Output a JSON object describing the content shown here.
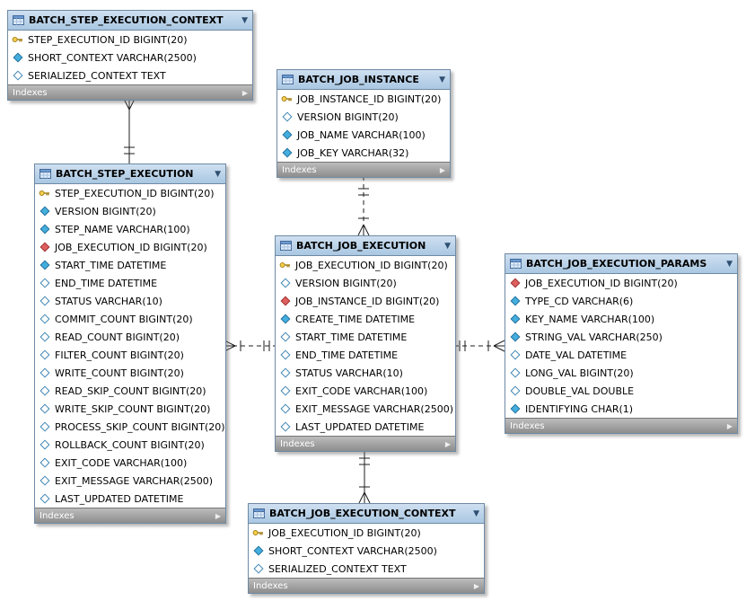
{
  "diagram": {
    "colors": {
      "header_blue": "#a9c7e2",
      "footer_gray": "#8d8d8d",
      "primary_key_yellow": "#f6cf4a",
      "required_blue": "#44aede",
      "foreign_key_red": "#df5f5f",
      "line_black": "#1c1c1c",
      "background": "#ffffff"
    },
    "footer_label": "Indexes",
    "tables": [
      {
        "id": "batch_step_execution_context",
        "title": "BATCH_STEP_EXECUTION_CONTEXT",
        "footer": "Indexes",
        "columns": [
          {
            "icon": "primary-key",
            "text": "STEP_EXECUTION_ID BIGINT(20)"
          },
          {
            "icon": "required",
            "text": "SHORT_CONTEXT VARCHAR(2500)"
          },
          {
            "icon": "nullable",
            "text": "SERIALIZED_CONTEXT TEXT"
          }
        ]
      },
      {
        "id": "batch_job_instance",
        "title": "BATCH_JOB_INSTANCE",
        "footer": "Indexes",
        "columns": [
          {
            "icon": "primary-key",
            "text": "JOB_INSTANCE_ID BIGINT(20)"
          },
          {
            "icon": "nullable",
            "text": "VERSION BIGINT(20)"
          },
          {
            "icon": "required",
            "text": "JOB_NAME VARCHAR(100)"
          },
          {
            "icon": "required",
            "text": "JOB_KEY VARCHAR(32)"
          }
        ]
      },
      {
        "id": "batch_step_execution",
        "title": "BATCH_STEP_EXECUTION",
        "footer": "Indexes",
        "columns": [
          {
            "icon": "primary-key",
            "text": "STEP_EXECUTION_ID BIGINT(20)"
          },
          {
            "icon": "required",
            "text": "VERSION BIGINT(20)"
          },
          {
            "icon": "required",
            "text": "STEP_NAME VARCHAR(100)"
          },
          {
            "icon": "foreign-key",
            "text": "JOB_EXECUTION_ID BIGINT(20)"
          },
          {
            "icon": "required",
            "text": "START_TIME DATETIME"
          },
          {
            "icon": "nullable",
            "text": "END_TIME DATETIME"
          },
          {
            "icon": "nullable",
            "text": "STATUS VARCHAR(10)"
          },
          {
            "icon": "nullable",
            "text": "COMMIT_COUNT BIGINT(20)"
          },
          {
            "icon": "nullable",
            "text": "READ_COUNT BIGINT(20)"
          },
          {
            "icon": "nullable",
            "text": "FILTER_COUNT BIGINT(20)"
          },
          {
            "icon": "nullable",
            "text": "WRITE_COUNT BIGINT(20)"
          },
          {
            "icon": "nullable",
            "text": "READ_SKIP_COUNT BIGINT(20)"
          },
          {
            "icon": "nullable",
            "text": "WRITE_SKIP_COUNT BIGINT(20)"
          },
          {
            "icon": "nullable",
            "text": "PROCESS_SKIP_COUNT BIGINT(20)"
          },
          {
            "icon": "nullable",
            "text": "ROLLBACK_COUNT BIGINT(20)"
          },
          {
            "icon": "nullable",
            "text": "EXIT_CODE VARCHAR(100)"
          },
          {
            "icon": "nullable",
            "text": "EXIT_MESSAGE VARCHAR(2500)"
          },
          {
            "icon": "nullable",
            "text": "LAST_UPDATED DATETIME"
          }
        ]
      },
      {
        "id": "batch_job_execution",
        "title": "BATCH_JOB_EXECUTION",
        "footer": "Indexes",
        "columns": [
          {
            "icon": "primary-key",
            "text": "JOB_EXECUTION_ID BIGINT(20)"
          },
          {
            "icon": "nullable",
            "text": "VERSION BIGINT(20)"
          },
          {
            "icon": "foreign-key",
            "text": "JOB_INSTANCE_ID BIGINT(20)"
          },
          {
            "icon": "required",
            "text": "CREATE_TIME DATETIME"
          },
          {
            "icon": "nullable",
            "text": "START_TIME DATETIME"
          },
          {
            "icon": "nullable",
            "text": "END_TIME DATETIME"
          },
          {
            "icon": "nullable",
            "text": "STATUS VARCHAR(10)"
          },
          {
            "icon": "nullable",
            "text": "EXIT_CODE VARCHAR(100)"
          },
          {
            "icon": "nullable",
            "text": "EXIT_MESSAGE VARCHAR(2500)"
          },
          {
            "icon": "nullable",
            "text": "LAST_UPDATED DATETIME"
          }
        ]
      },
      {
        "id": "batch_job_execution_params",
        "title": "BATCH_JOB_EXECUTION_PARAMS",
        "footer": "Indexes",
        "columns": [
          {
            "icon": "foreign-key",
            "text": "JOB_EXECUTION_ID BIGINT(20)"
          },
          {
            "icon": "required",
            "text": "TYPE_CD VARCHAR(6)"
          },
          {
            "icon": "required",
            "text": "KEY_NAME VARCHAR(100)"
          },
          {
            "icon": "required",
            "text": "STRING_VAL VARCHAR(250)"
          },
          {
            "icon": "nullable",
            "text": "DATE_VAL DATETIME"
          },
          {
            "icon": "nullable",
            "text": "LONG_VAL BIGINT(20)"
          },
          {
            "icon": "nullable",
            "text": "DOUBLE_VAL DOUBLE"
          },
          {
            "icon": "required",
            "text": "IDENTIFYING CHAR(1)"
          }
        ]
      },
      {
        "id": "batch_job_execution_context",
        "title": "BATCH_JOB_EXECUTION_CONTEXT",
        "footer": "Indexes",
        "columns": [
          {
            "icon": "primary-key",
            "text": "JOB_EXECUTION_ID BIGINT(20)"
          },
          {
            "icon": "required",
            "text": "SHORT_CONTEXT VARCHAR(2500)"
          },
          {
            "icon": "nullable",
            "text": "SERIALIZED_CONTEXT TEXT"
          }
        ]
      }
    ],
    "relationships": [
      {
        "id": "step-execution-context-to-step-execution",
        "from": "BATCH_STEP_EXECUTION_CONTEXT",
        "to": "BATCH_STEP_EXECUTION",
        "line": "solid"
      },
      {
        "id": "job-instance-to-job-execution",
        "from": "BATCH_JOB_INSTANCE",
        "to": "BATCH_JOB_EXECUTION",
        "line": "dashed"
      },
      {
        "id": "step-execution-to-job-execution",
        "from": "BATCH_STEP_EXECUTION",
        "to": "BATCH_JOB_EXECUTION",
        "line": "dashed"
      },
      {
        "id": "job-execution-to-job-execution-params",
        "from": "BATCH_JOB_EXECUTION",
        "to": "BATCH_JOB_EXECUTION_PARAMS",
        "line": "dashed"
      },
      {
        "id": "job-execution-to-job-execution-context",
        "from": "BATCH_JOB_EXECUTION",
        "to": "BATCH_JOB_EXECUTION_CONTEXT",
        "line": "solid"
      }
    ]
  }
}
